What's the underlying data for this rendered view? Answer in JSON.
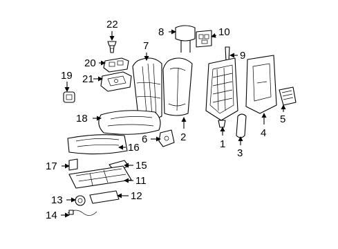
{
  "diagram": {
    "callouts": [
      {
        "id": "c1",
        "label": "1"
      },
      {
        "id": "c2",
        "label": "2"
      },
      {
        "id": "c3",
        "label": "3"
      },
      {
        "id": "c4",
        "label": "4"
      },
      {
        "id": "c5",
        "label": "5"
      },
      {
        "id": "c6",
        "label": "6"
      },
      {
        "id": "c7",
        "label": "7"
      },
      {
        "id": "c8",
        "label": "8"
      },
      {
        "id": "c9",
        "label": "9"
      },
      {
        "id": "c10",
        "label": "10"
      },
      {
        "id": "c11",
        "label": "11"
      },
      {
        "id": "c12",
        "label": "12"
      },
      {
        "id": "c13",
        "label": "13"
      },
      {
        "id": "c14",
        "label": "14"
      },
      {
        "id": "c15",
        "label": "15"
      },
      {
        "id": "c16",
        "label": "16"
      },
      {
        "id": "c17",
        "label": "17"
      },
      {
        "id": "c18",
        "label": "18"
      },
      {
        "id": "c19",
        "label": "19"
      },
      {
        "id": "c20",
        "label": "20"
      },
      {
        "id": "c21",
        "label": "21"
      },
      {
        "id": "c22",
        "label": "22"
      }
    ]
  }
}
